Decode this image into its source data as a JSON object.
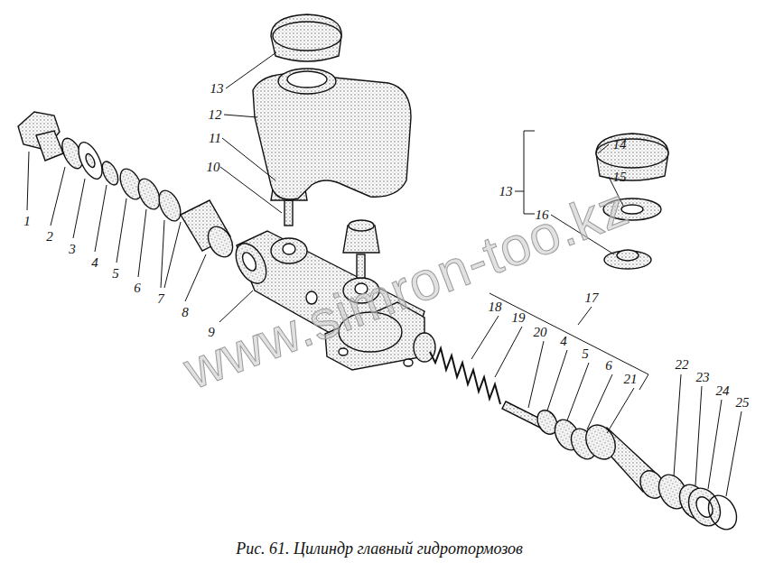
{
  "diagram": {
    "caption": "Рис. 61. Цилиндр главный гидротормозов",
    "labels": [
      "1",
      "2",
      "3",
      "4",
      "5",
      "6",
      "7",
      "8",
      "9",
      "10",
      "11",
      "12",
      "13",
      "14",
      "15",
      "16",
      "13",
      "17",
      "18",
      "19",
      "20",
      "4",
      "5",
      "6",
      "21",
      "22",
      "23",
      "24",
      "25",
      "www.simron-too.kz"
    ]
  }
}
